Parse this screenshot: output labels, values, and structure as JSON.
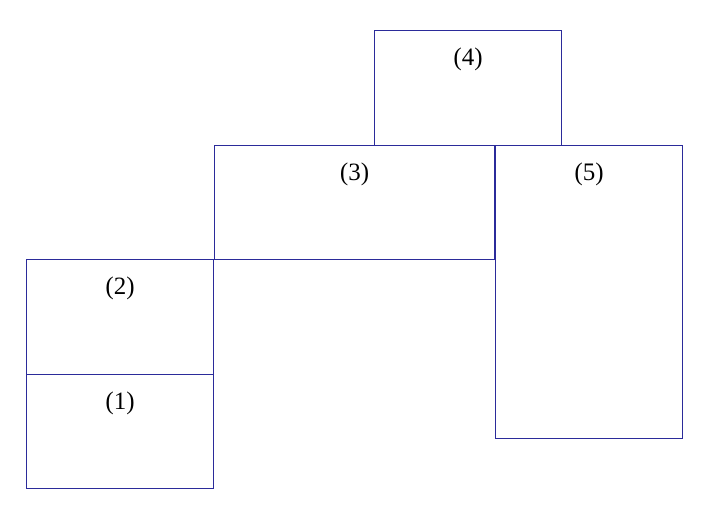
{
  "diagram": {
    "boxes": [
      {
        "id": "1",
        "label": "(1)"
      },
      {
        "id": "2",
        "label": "(2)"
      },
      {
        "id": "3",
        "label": "(3)"
      },
      {
        "id": "4",
        "label": "(4)"
      },
      {
        "id": "5",
        "label": "(5)"
      }
    ],
    "colors": {
      "border": "#2b2b9a",
      "text": "#000000",
      "background": "#ffffff"
    }
  }
}
